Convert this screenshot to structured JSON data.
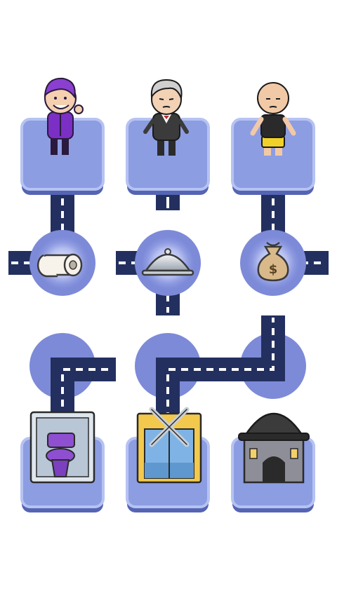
{
  "game": {
    "title": "",
    "palette": {
      "tile_face": "#8d9de2",
      "tile_edge": "#5564b3",
      "tile_border": "#b6c3f2",
      "node_circle": "#7d8ad8",
      "road": "#23305f",
      "road_dash": "#ffffff",
      "background": "#ffffff"
    },
    "characters": [
      {
        "id": "purple-hair-guy",
        "hair": "#8a3fd0",
        "outfit": "#7b2fc4"
      },
      {
        "id": "gray-hair-boss",
        "hair": "#c9c9c9",
        "outfit": "#3b3b3b"
      },
      {
        "id": "bald-guy",
        "hair": "#f2c9a6",
        "outfit": "#2a2a2a"
      }
    ],
    "items": [
      {
        "id": "toilet-paper",
        "icon": "toilet-paper-icon"
      },
      {
        "id": "food-cloche",
        "icon": "cloche-icon"
      },
      {
        "id": "money-bag",
        "icon": "money-bag-icon",
        "symbol": "$"
      }
    ],
    "destinations": [
      {
        "id": "toilet-stall",
        "icon": "toilet-icon"
      },
      {
        "id": "restaurant",
        "icon": "restaurant-icon"
      },
      {
        "id": "bank",
        "icon": "bank-icon"
      }
    ]
  }
}
